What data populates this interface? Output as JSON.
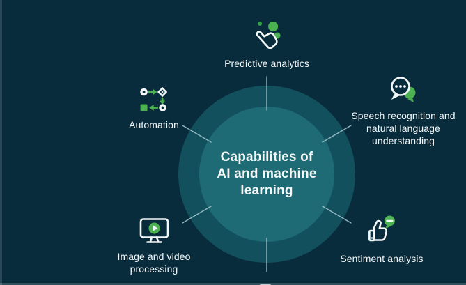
{
  "diagram": {
    "type": "hub-and-spoke infographic",
    "center": {
      "line1": "Capabilities of",
      "line2": "AI and machine",
      "line3": "learning"
    },
    "nodes": [
      {
        "id": "predictive-analytics",
        "label": "Predictive analytics",
        "icon": "predictive-analytics-icon",
        "position": "top"
      },
      {
        "id": "speech-recognition",
        "label": "Speech recognition and natural language understanding",
        "icon": "speech-bubbles-icon",
        "position": "upper-right"
      },
      {
        "id": "sentiment-analysis",
        "label": "Sentiment analysis",
        "icon": "thumbs-up-bubble-icon",
        "position": "lower-right"
      },
      {
        "id": "image-video-processing",
        "label": "Image and video processing",
        "icon": "monitor-play-icon",
        "position": "lower-left"
      },
      {
        "id": "automation",
        "label": "Automation",
        "icon": "workflow-icon",
        "position": "upper-left"
      },
      {
        "id": "bottom-node-cut-off",
        "label": "",
        "icon": "partially-visible-icon",
        "position": "bottom (cropped at image edge)"
      }
    ]
  },
  "colors": {
    "background": "#092c3c",
    "outer_circle": "#13505e",
    "inner_circle": "#1f6b75",
    "accent_green": "#4cb251",
    "accent_green_dark": "#2f9e44",
    "spoke_line": "#a9ccd4",
    "text": "#f4f8f9"
  }
}
